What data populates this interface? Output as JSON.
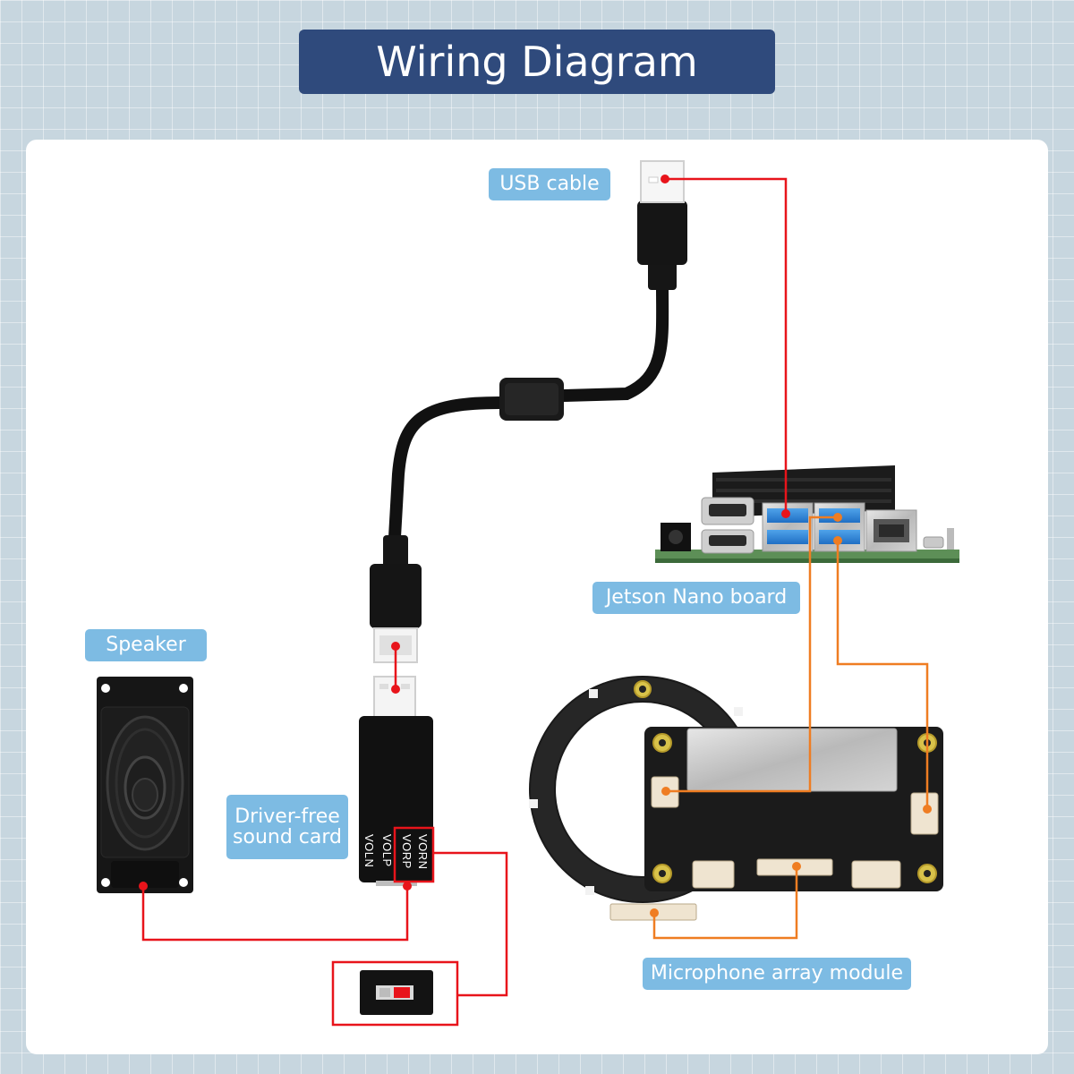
{
  "title": "Wiring Diagram",
  "labels": {
    "usb_cable": "USB cable",
    "jetson": "Jetson Nano board",
    "speaker": "Speaker",
    "sound_card_line1": "Driver-free",
    "sound_card_line2": "sound card",
    "mic_array": "Microphone array module"
  },
  "sound_card_pins": [
    "VORN",
    "VORP",
    "VOLP",
    "VOLN"
  ],
  "colors": {
    "background": "#c7d6df",
    "title_bg": "#2f4a7c",
    "label_bg": "#7dbbe3",
    "red_wire": "#e8141b",
    "orange_wire": "#ef7d22"
  }
}
